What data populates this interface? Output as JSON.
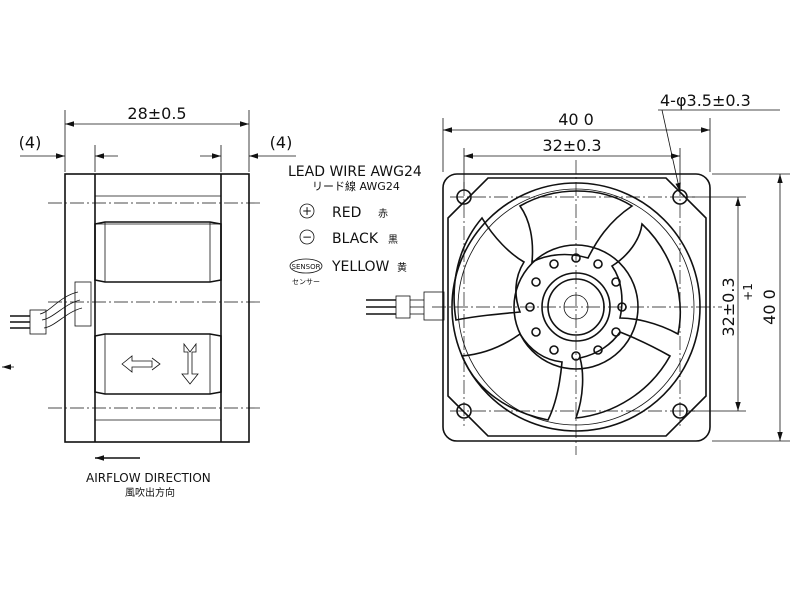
{
  "side_view": {
    "width_dim": "28±0.5",
    "left_offset_dim": "(4)",
    "right_offset_dim": "(4)"
  },
  "front_view": {
    "overall_width_dim": "40 0",
    "hole_dim": "4-φ3.5±0.3",
    "hole_pitch_h_dim": "32±0.3",
    "hole_pitch_v_dim": "32±0.3",
    "overall_height_dim": "40 0",
    "tolerance_mark": "+1"
  },
  "lead_wire": {
    "title": "LEAD WIRE AWG24",
    "title_jp": "リード線 AWG24",
    "items": [
      {
        "symbol": "+",
        "label": "RED",
        "label_jp": "赤"
      },
      {
        "symbol": "−",
        "label": "BLACK",
        "label_jp": "黒"
      },
      {
        "symbol": "SENSOR",
        "symbol_jp": "センサー",
        "label": "YELLOW",
        "label_jp": "黄"
      }
    ]
  },
  "airflow": {
    "label": "AIRFLOW DIRECTION",
    "label_jp": "風吹出方向"
  }
}
